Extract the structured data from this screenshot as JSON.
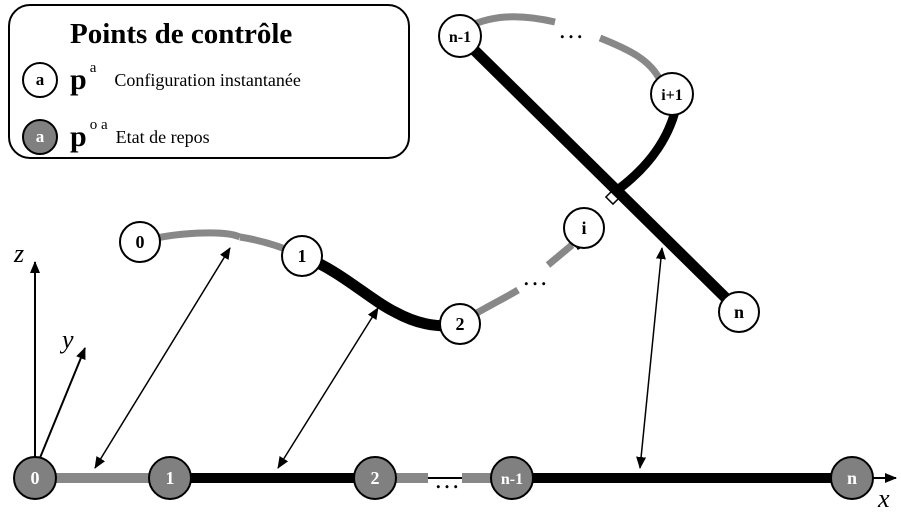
{
  "legend": {
    "title": "Points de contrôle",
    "rows": [
      {
        "symbol": "a",
        "p": "p",
        "superscript": "a",
        "text": "Configuration instantanée"
      },
      {
        "symbol": "a",
        "p": "p",
        "superscript": "o a",
        "text": "Etat de repos"
      }
    ]
  },
  "axes": {
    "x": "x",
    "y": "y",
    "z": "z"
  },
  "ellipsis": "…",
  "upper_nodes": {
    "n0": "0",
    "n1": "1",
    "n2": "2",
    "ni": "i",
    "ni1": "i+1",
    "nm1": "n-1",
    "nn": "n"
  },
  "lower_nodes": {
    "n0": "0",
    "n1": "1",
    "n2": "2",
    "nm1": "n-1",
    "nn": "n"
  },
  "colors": {
    "grey_segment": "#888888",
    "black_segment": "#000000",
    "rest_node_fill": "#808080",
    "current_node_fill": "#ffffff"
  }
}
